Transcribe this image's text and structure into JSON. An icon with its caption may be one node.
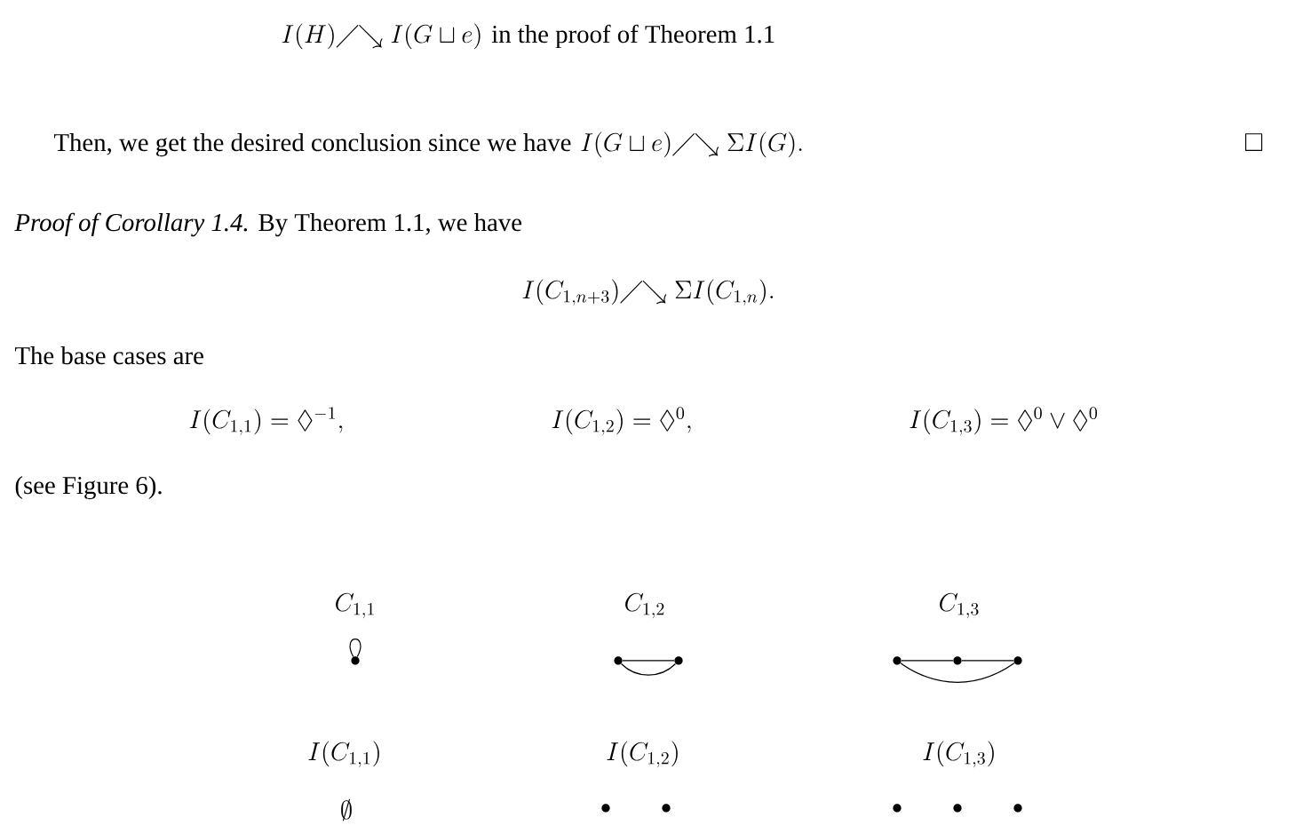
{
  "diagram": {
    "nodes": [
      {
        "text": [],
        "shape": "circle"
      },
      {
        "text": [],
        "shape": "circle"
      },
      {
        "text": [],
        "shape": "circle"
      },
      {
        "text": [],
        "shape": "circle"
      },
      {
        "text": [],
        "shape": "circle"
      },
      {
        "text": [],
        "shape": "circle"
      },
      {
        "text": [],
        "shape": "circle"
      },
      {
        "text": [],
        "shape": "circle"
      },
      {
        "text": [],
        "shape": "circle"
      },
      {
        "text": [],
        "shape": "circle"
      },
      {
        "text": [],
        "shape": "circle"
      }
    ],
    "edges": [
      {
        "from": 0,
        "to": 0,
        "arrow": "none"
      },
      {
        "from": 1,
        "to": 2,
        "arrow": "none"
      },
      {
        "from": 1,
        "to": 2,
        "arrow": "none"
      },
      {
        "from": 3,
        "to": 4,
        "arrow": "none"
      },
      {
        "from": 4,
        "to": 5,
        "arrow": "none"
      },
      {
        "from": 3,
        "to": 5,
        "arrow": "none"
      }
    ],
    "labels": [
      "I(H)\\diagup\\!\\!\\searrow I(G\\sqcup e)",
      "in the proof of Theorem 1.1",
      "Then, we get the desired conclusion since we have",
      "I(G\\sqcup e)\\diagup\\!\\!\\searrow \\Sigma I(G).",
      "\\square",
      "Proof of Corollary 1.4.",
      "By Theorem 1.1, we have",
      "I(C_{1,n+3})\\diagup\\!\\!\\searrow \\Sigma I(C_{1,n}).",
      "The base cases are",
      "I(C_{1,1})=\\Diamond^{-1},",
      "I(C_{1,2})=\\Diamond^{0},",
      "I(C_{1,3})=\\Diamond^{0}\\vee\\Diamond^{0}",
      "(see Figure 6).",
      "C_{1,1}",
      "C_{1,2}",
      "C_{1,3}",
      "I(C_{1,1})",
      "I(C_{1,2})",
      "I(C_{1,3})",
      "\\emptyset"
    ]
  }
}
